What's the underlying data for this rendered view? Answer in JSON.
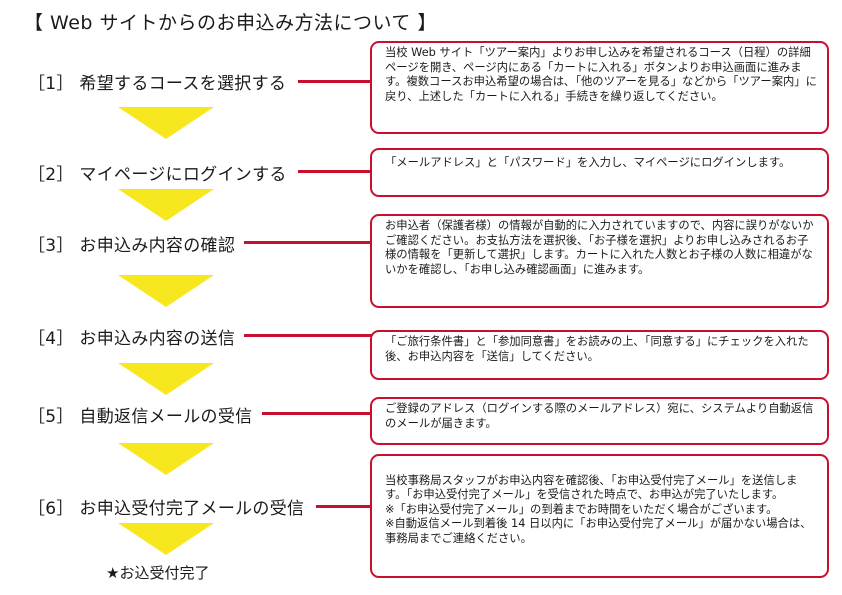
{
  "title": "【 Web サイトからのお申込み方法について 】",
  "steps": [
    {
      "label": "［1］ 希望するコースを選択する",
      "description": "当校 Web サイト「ツアー案内」よりお申し込みを希望されるコース（日程）の詳細ページを開き、ページ内にある「カートに入れる」ボタンよりお申込画面に進みます。複数コースお申込希望の場合は､「他のツアーを見る」などから「ツアー案内」に戻り、上述した「カートに入れる」手続きを繰り返してください。"
    },
    {
      "label": "［2］ マイページにログインする",
      "description": "「メールアドレス」と「パスワード」を入力し、マイページにログインします。"
    },
    {
      "label": "［3］ お申込み内容の確認",
      "description": "お申込者（保護者様）の情報が自動的に入力されていますので、内容に誤りがないかご確認ください。お支払方法を選択後、「お子様を選択」よりお申し込みされるお子様の情報を「更新して選択」します。カートに入れた人数とお子様の人数に相違がないかを確認し、「お申し込み確認画面」に進みます。"
    },
    {
      "label": "［4］ お申込み内容の送信",
      "description": "「ご旅行条件書」と「参加同意書」をお読みの上､「同意する」にチェックを入れた後、お申込内容を「送信」してください。"
    },
    {
      "label": "［5］ 自動返信メールの受信",
      "description": "ご登録のアドレス（ログインする際のメールアドレス）宛に、システムより自動返信のメールが届きます。"
    },
    {
      "label": "［6］ お申込受付完了メールの受信",
      "description": "当校事務局スタッフがお申込内容を確認後､「お申込受付完了メール」を送信します。「お申込受付完了メール」を受信された時点で、お申込が完了いたします。\n※「お申込受付完了メール」の到着までお時間をいただく場合がございます。\n※自動返信メール到着後 14 日以内に「お申込受付完了メール」が届かない場合は、事務局までご連絡ください。"
    }
  ],
  "completion": "★お込受付完了",
  "colors": {
    "border": "#c8102e",
    "arrow": "#f6e71f"
  }
}
